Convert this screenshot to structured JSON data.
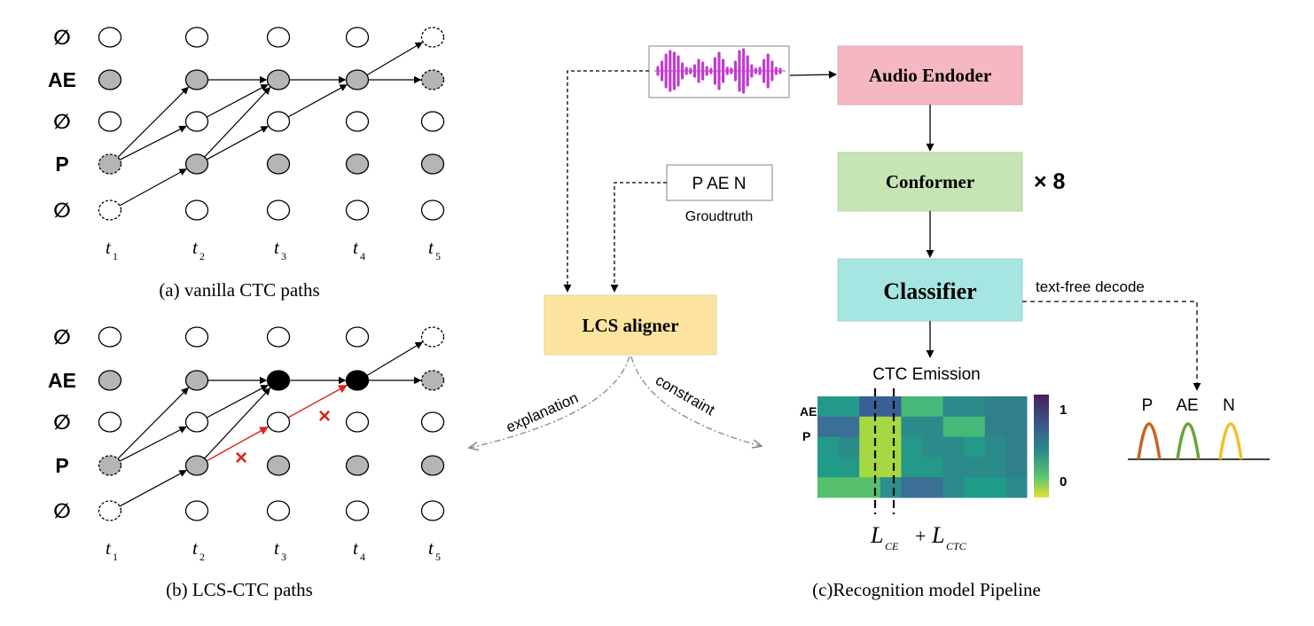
{
  "panel_a": {
    "caption": "(a) vanilla CTC paths",
    "rows": [
      "∅",
      "AE",
      "∅",
      "P",
      "∅"
    ],
    "time_steps": [
      {
        "base": "t",
        "sub": "1"
      },
      {
        "base": "t",
        "sub": "2"
      },
      {
        "base": "t",
        "sub": "3"
      },
      {
        "base": "t",
        "sub": "4"
      },
      {
        "base": "t",
        "sub": "5"
      }
    ]
  },
  "panel_b": {
    "caption": "(b) LCS-CTC paths",
    "rows": [
      "∅",
      "AE",
      "∅",
      "P",
      "∅"
    ],
    "time_steps": [
      {
        "base": "t",
        "sub": "1"
      },
      {
        "base": "t",
        "sub": "2"
      },
      {
        "base": "t",
        "sub": "3"
      },
      {
        "base": "t",
        "sub": "4"
      },
      {
        "base": "t",
        "sub": "5"
      }
    ],
    "reject_mark": "×"
  },
  "pipeline": {
    "caption": "(c)Recognition model Pipeline",
    "audio_encoder": "Audio Endoder",
    "conformer": "Conformer",
    "conformer_repeat": "× 8",
    "classifier": "Classifier",
    "text_free_decode": "text-free decode",
    "groundtruth_text": "P AE N",
    "groundtruth_label": "Groudtruth",
    "lcs_aligner": "LCS aligner",
    "explanation": "explanation",
    "constraint": "constraint",
    "emission_title": "CTC Emission",
    "emission_rows": [
      "AE",
      "P"
    ],
    "colorbar_ticks": [
      "1",
      "0"
    ],
    "loss_terms": [
      {
        "base": "L",
        "sub": "CE"
      },
      {
        "base": "L",
        "sub": "CTC"
      }
    ],
    "loss_operator": "+",
    "decode_peaks": [
      "P",
      "AE",
      "N"
    ]
  },
  "colors": {
    "audio_encoder": "#f5b8c2",
    "conformer": "#c7e4b5",
    "classifier": "#a6e6e2",
    "lcs_aligner": "#fce4a0",
    "waveform": "#c03ccf",
    "gray_node": "#b5b5b5",
    "black_node": "#000000",
    "red_path": "#d9261c",
    "peak_p": "#c9651f",
    "peak_ae": "#6aa33a",
    "peak_n": "#f0c229"
  }
}
